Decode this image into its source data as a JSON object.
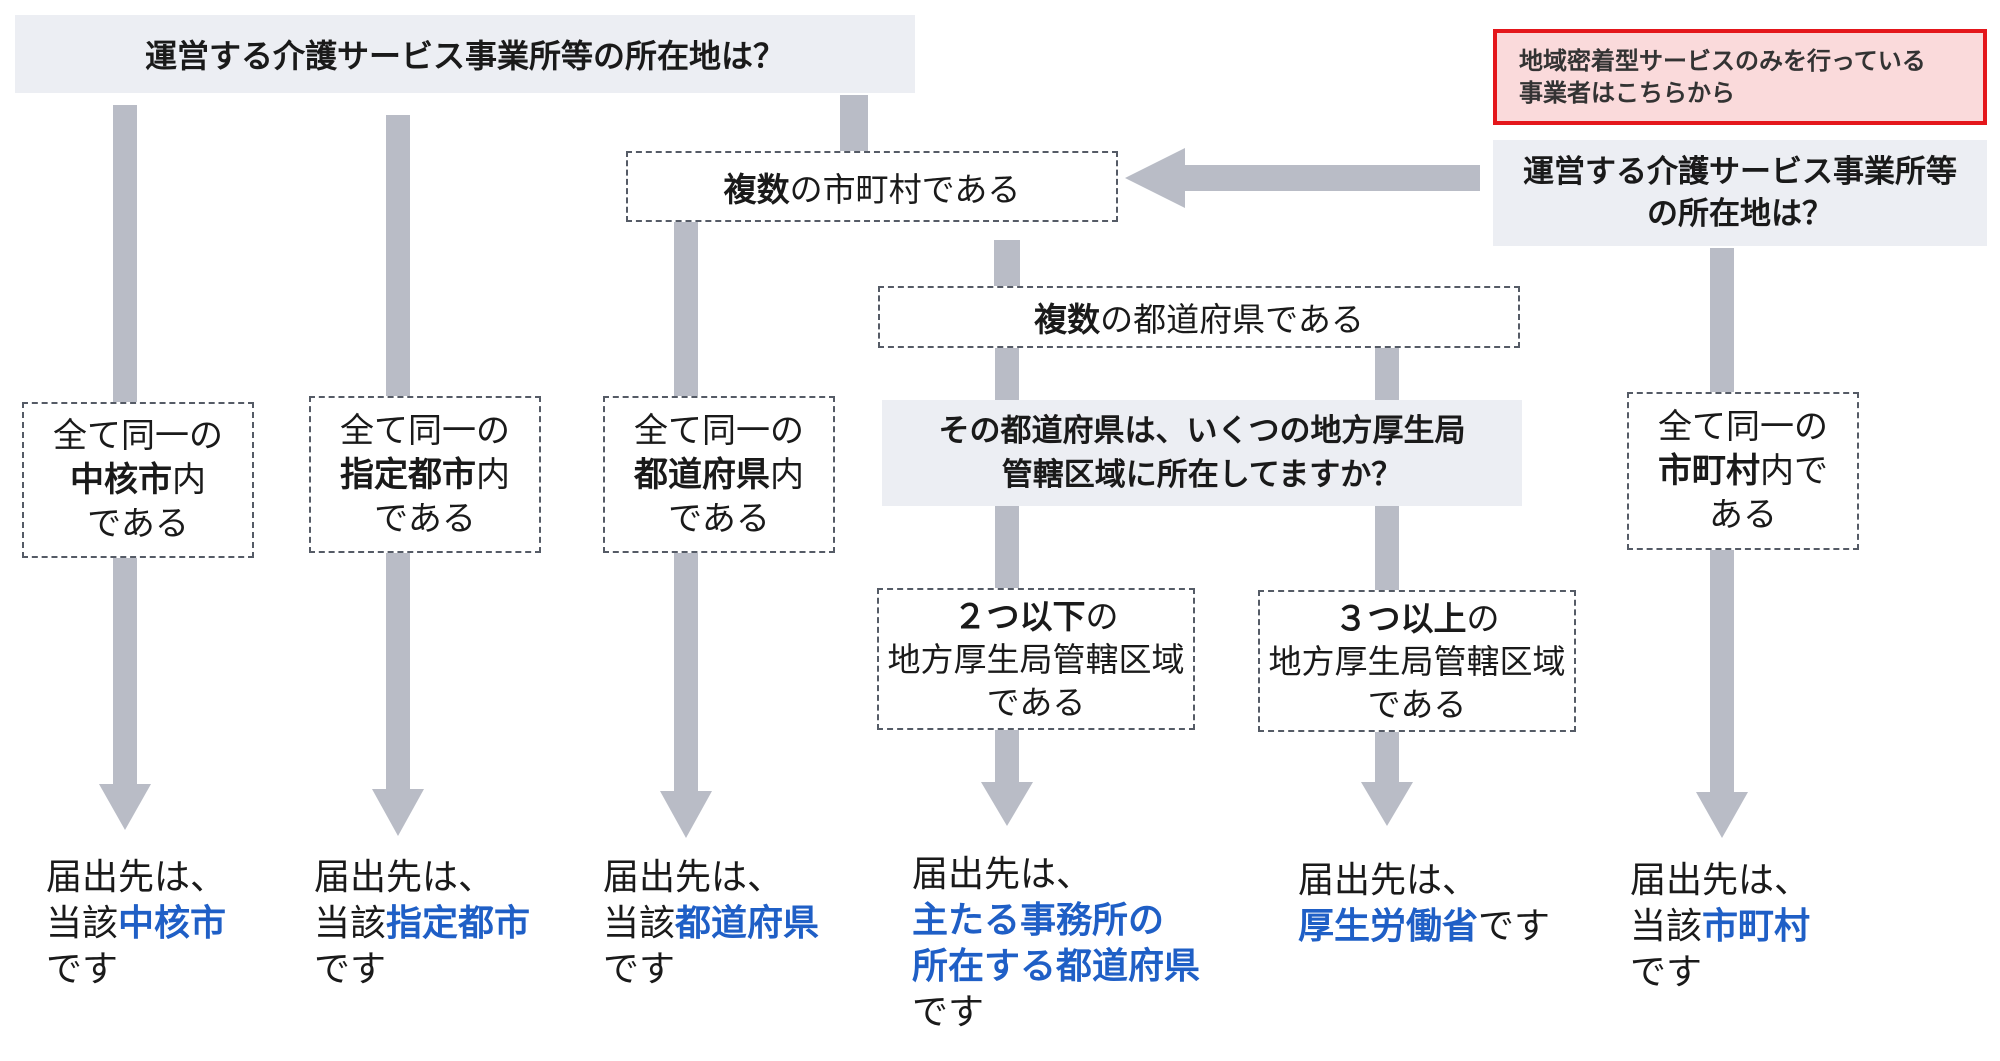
{
  "top_question": "運営する介護サービス事業所等の所在地は？",
  "local_notice": {
    "line1": "地域密着型サービスのみを行っている",
    "line2": "事業者はこちらから"
  },
  "right_question": {
    "line1": "運営する介護サービス事業所等",
    "line2": "の所在地は？"
  },
  "multi_municipality": {
    "bold": "複数",
    "rest": "の市町村である"
  },
  "multi_prefecture": {
    "bold": "複数",
    "rest": "の都道府県である"
  },
  "bureau_question": {
    "line1": "その都道府県は、いくつの地方厚生局",
    "line2": "管轄区域に所在してますか？"
  },
  "cond_core_city": {
    "line1": "全て同一の",
    "bold": "中核市",
    "suffix": "内",
    "line3": "である"
  },
  "cond_designated_city": {
    "line1": "全て同一の",
    "bold": "指定都市",
    "suffix": "内",
    "line3": "である"
  },
  "cond_prefecture": {
    "line1": "全て同一の",
    "bold": "都道府県",
    "suffix": "内",
    "line3": "である"
  },
  "cond_two_or_less": {
    "bold": "２つ以下",
    "suffix": "の",
    "line2": "地方厚生局管轄区域",
    "line3": "である"
  },
  "cond_three_or_more": {
    "bold": "３つ以上",
    "suffix": "の",
    "line2": "地方厚生局管轄区域",
    "line3": "である"
  },
  "cond_municipality": {
    "line1": "全て同一の",
    "bold": "市町村",
    "suffix": "内で",
    "line3": "ある"
  },
  "result_core_city": {
    "line1": "届出先は、",
    "prefix": "当該",
    "highlight": "中核市",
    "end": "です"
  },
  "result_designated_city": {
    "line1": "届出先は、",
    "prefix": "当該",
    "highlight": "指定都市",
    "end": "です"
  },
  "result_prefecture": {
    "line1": "届出先は、",
    "prefix": "当該",
    "highlight": "都道府県",
    "end": "です"
  },
  "result_main_office": {
    "line1": "届出先は、",
    "highlight1": "主たる事務所の",
    "highlight2": "所在する都道府県",
    "end": "です"
  },
  "result_mhlw": {
    "line1": "届出先は、",
    "highlight": "厚生労働省",
    "end": "です"
  },
  "result_municipality": {
    "line1": "届出先は、",
    "prefix": "当該",
    "highlight": "市町村",
    "end": "です"
  },
  "colors": {
    "accent_blue": "#1f5fc6",
    "connector_grey": "#b9bcc6",
    "box_grey": "#eceef3",
    "alert_red": "#e4161b",
    "alert_fill": "#fadadb"
  }
}
